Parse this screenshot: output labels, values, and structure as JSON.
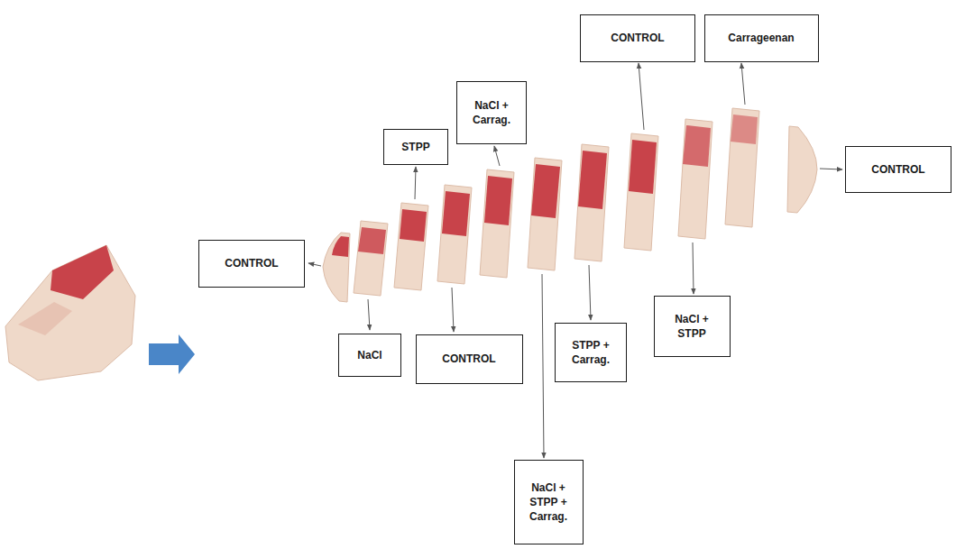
{
  "diagram": {
    "nodes": [
      {
        "text": [
          "CONTROL"
        ]
      },
      {
        "text": [
          "Carrageenan"
        ]
      },
      {
        "text": [
          "NaCl + Carrag."
        ]
      },
      {
        "text": [
          "STPP"
        ]
      },
      {
        "text": [
          "CONTROL"
        ]
      },
      {
        "text": [
          "CONTROL"
        ]
      },
      {
        "text": [
          "NaCl + STPP"
        ]
      },
      {
        "text": [
          "STPP + Carrag."
        ]
      },
      {
        "text": [
          "NaCl"
        ]
      },
      {
        "text": [
          "CONTROL"
        ]
      },
      {
        "text": [
          "NaCl + STPP + Carrag."
        ]
      }
    ]
  }
}
